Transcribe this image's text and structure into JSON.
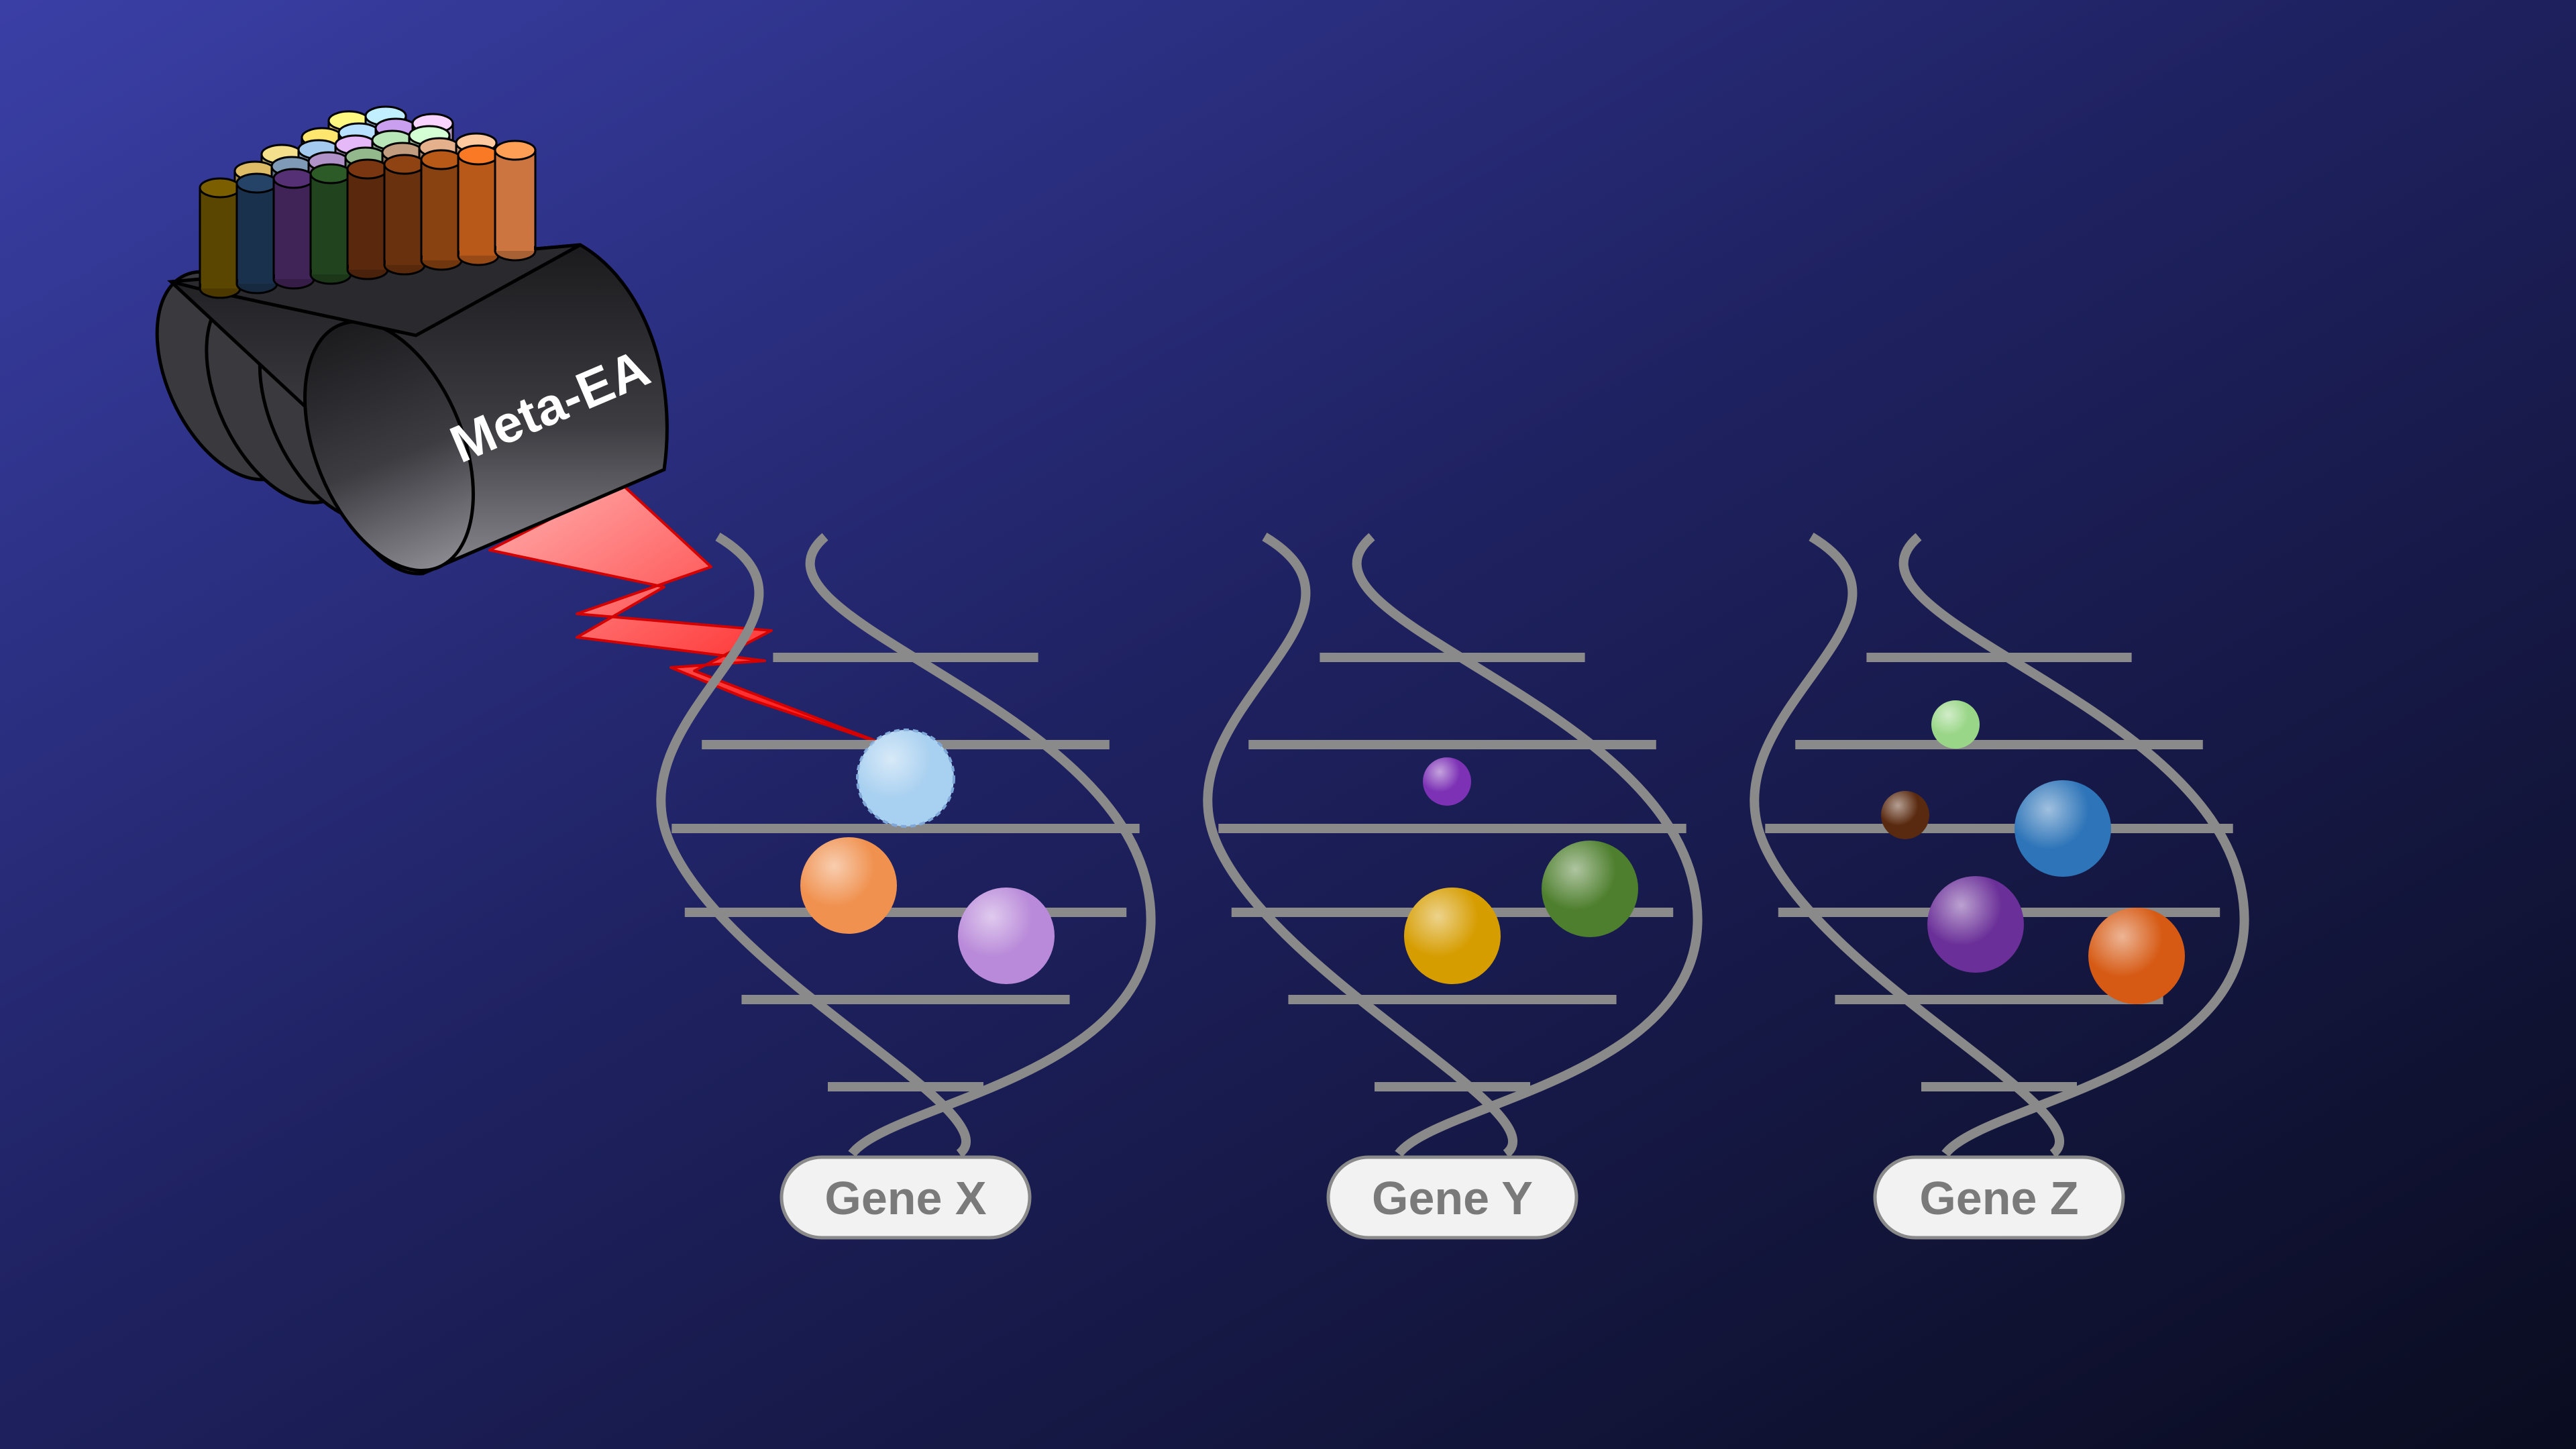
{
  "device": {
    "label": "Meta-EA",
    "body_color": "#3a3a3e",
    "tube_colors": [
      [
        "#6b5200",
        "#1f3a5a",
        "#4b2a66",
        "#274f22",
        "#6a2f0f",
        "#7d3a10",
        "#a04d14",
        "#d9691f",
        "#f08a4b"
      ],
      [
        "#c0a35a",
        "#6e869e",
        "#9a7fae",
        "#7fa07a",
        "#a8886e",
        "#c79a7a",
        "#e7b08a"
      ],
      [
        "#d4c27a",
        "#8fb0d0",
        "#c7a0d8",
        "#a0c8a0",
        "#b8e0b8"
      ],
      [
        "#e8c860",
        "#9fc4e8",
        "#b08ad0",
        "#d8b8e8"
      ],
      [
        "#f0d870",
        "#a8d0f0"
      ]
    ]
  },
  "beam_color": "#ff1a1a",
  "genes": [
    {
      "label": "Gene X",
      "dots": [
        {
          "color": "#a8d0f0",
          "size": "large",
          "targeted": true
        },
        {
          "color": "#f0914f",
          "size": "large"
        },
        {
          "color": "#b98ad9",
          "size": "large"
        }
      ]
    },
    {
      "label": "Gene Y",
      "dots": [
        {
          "color": "#7d32b5",
          "size": "small"
        },
        {
          "color": "#d69d00",
          "size": "large"
        },
        {
          "color": "#4e7f2e",
          "size": "large"
        }
      ]
    },
    {
      "label": "Gene Z",
      "dots": [
        {
          "color": "#9ad688",
          "size": "small"
        },
        {
          "color": "#5a2a10",
          "size": "small"
        },
        {
          "color": "#2d74b8",
          "size": "large"
        },
        {
          "color": "#6a2f98",
          "size": "large"
        },
        {
          "color": "#d65a14",
          "size": "large"
        }
      ]
    }
  ],
  "colors": {
    "background_top_left": "#3a3fa6",
    "background_bottom_right": "#0a0c20",
    "helix": "#8a8a8a",
    "label_fill": "#f2f2f2",
    "label_text": "#7a7a7a"
  }
}
